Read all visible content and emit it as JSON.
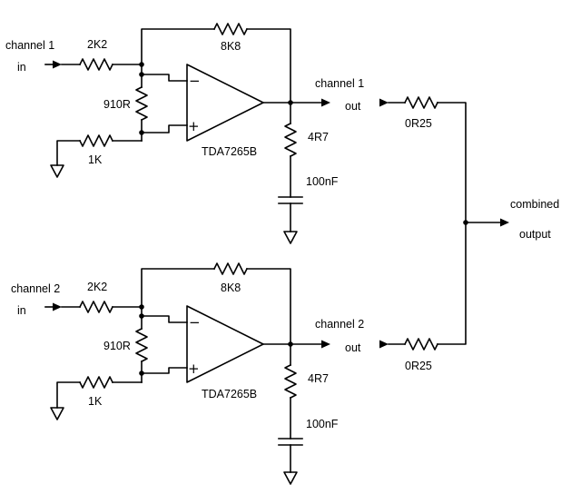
{
  "labels": {
    "ch1_name": "channel 1",
    "ch1_in": "in",
    "ch1_r_in": "2K2",
    "ch1_r_fb": "8K8",
    "ch1_r_div": "910R",
    "ch1_r_gnd": "1K",
    "ch1_amp": "TDA7265B",
    "ch1_r_snub": "4R7",
    "ch1_c_snub": "100nF",
    "ch1_out_name": "channel 1",
    "ch1_out": "out",
    "ch1_r_out": "0R25",
    "ch2_name": "channel 2",
    "ch2_in": "in",
    "ch2_r_in": "2K2",
    "ch2_r_fb": "8K8",
    "ch2_r_div": "910R",
    "ch2_r_gnd": "1K",
    "ch2_amp": "TDA7265B",
    "ch2_r_snub": "4R7",
    "ch2_c_snub": "100nF",
    "ch2_out_name": "channel 2",
    "ch2_out": "out",
    "ch2_r_out": "0R25",
    "combined": "combined",
    "output": "output",
    "minus": "−",
    "plus": "+"
  }
}
